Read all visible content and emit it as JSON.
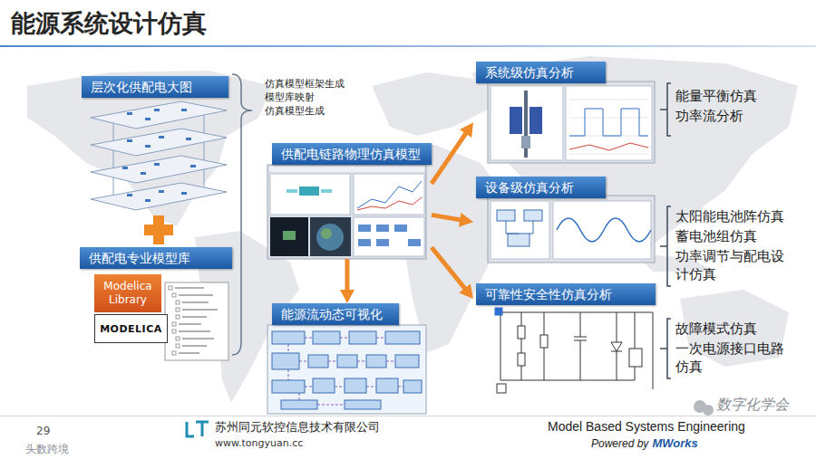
{
  "diagram": {
    "title": "能源系统设计仿真",
    "nodes": [
      {
        "text": [
          "层次化供配电大图"
        ]
      },
      {
        "text": [
          "供配电专业模型库"
        ]
      },
      {
        "text": [
          "Modelica Library"
        ]
      },
      {
        "text": [
          "MODELICA"
        ]
      },
      {
        "text": [
          "供配电链路物理仿真模型"
        ]
      },
      {
        "text": [
          "能源流动态可视化"
        ]
      },
      {
        "text": [
          "系统级仿真分析"
        ]
      },
      {
        "text": [
          "设备级仿真分析"
        ]
      },
      {
        "text": [
          "可靠性安全性仿真分析"
        ]
      }
    ],
    "edges": [
      {
        "from": 4,
        "to": 5,
        "arrow": "to"
      },
      {
        "from": 4,
        "to": 6,
        "arrow": "to"
      },
      {
        "from": 4,
        "to": 7,
        "arrow": "to"
      },
      {
        "from": 4,
        "to": 8,
        "arrow": "to"
      }
    ],
    "labels": [
      "仿真模型框架生成",
      "模型库映射",
      "仿真模型生成",
      "能量平衡仿真",
      "功率流分析",
      "太阳能电池阵仿真",
      "蓄电池组仿真",
      "功率调节与配电设计仿真",
      "故障模式仿真",
      "一次电源接口电路仿真",
      "29",
      "苏州同元软控信息技术有限公司",
      "www.tongyuan.cc",
      "Model Based Systems Engineering",
      "Powered by",
      "MWorks",
      "数字化学会",
      "头数跨境"
    ]
  }
}
